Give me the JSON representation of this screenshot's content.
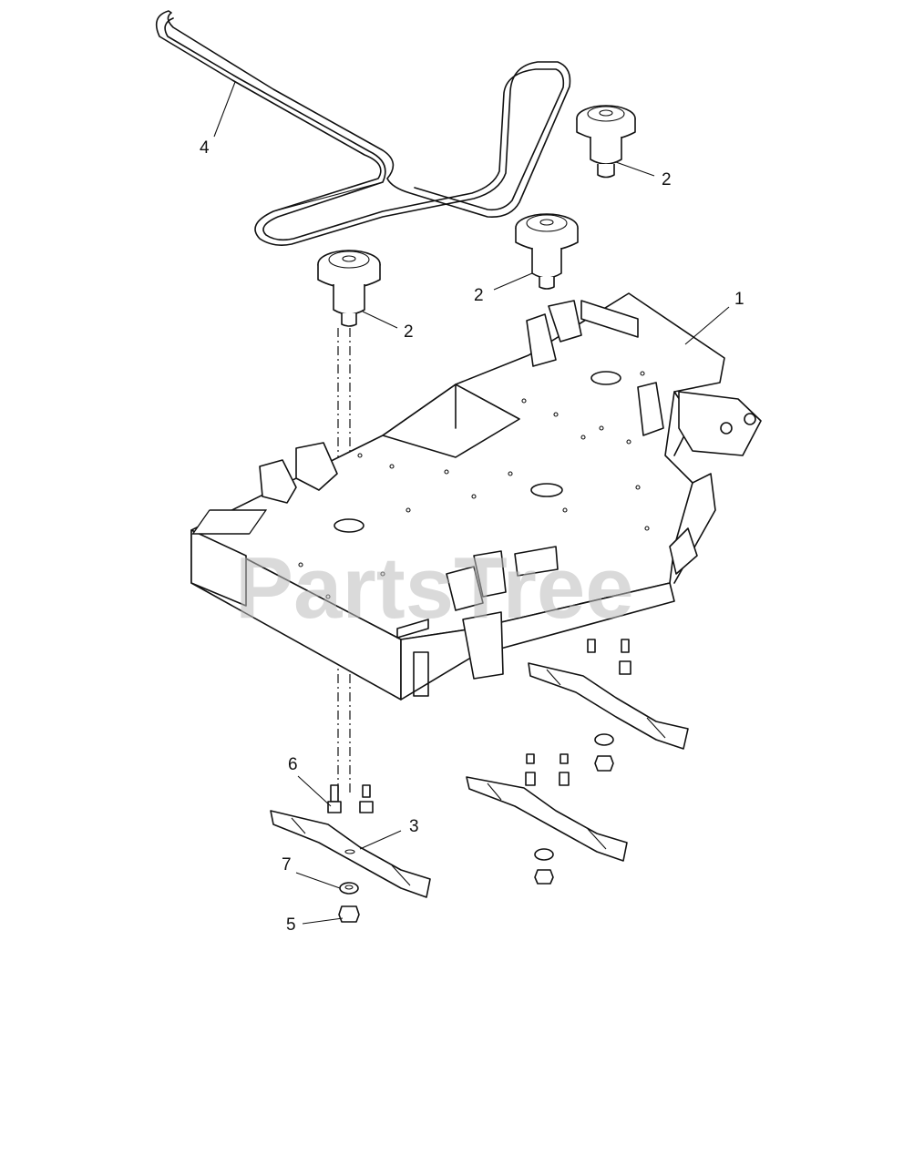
{
  "watermark": "PartsTree",
  "callouts": {
    "c1": "1",
    "c2a": "2",
    "c2b": "2",
    "c2c": "2",
    "c3": "3",
    "c4": "4",
    "c5": "5",
    "c6": "6",
    "c7": "7"
  },
  "colors": {
    "line": "#111111",
    "watermark": "#bdbdbd",
    "background": "#ffffff"
  }
}
